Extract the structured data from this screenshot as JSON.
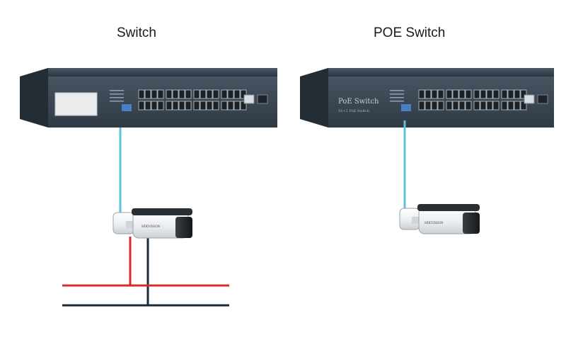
{
  "diagram": {
    "left_panel": {
      "title": "Switch"
    },
    "right_panel": {
      "title": "POE Switch",
      "switch_label": "PoE Switch",
      "switch_sublabel": "16+2 PoE Switch"
    },
    "camera_brand": "HIKVISION",
    "colors": {
      "data_cable": "#5bc3d3",
      "power_positive": "#d72b2b",
      "power_negative": "#1c2a35",
      "switch_body": "#2f3944",
      "switch_face": "#3b4754"
    }
  }
}
